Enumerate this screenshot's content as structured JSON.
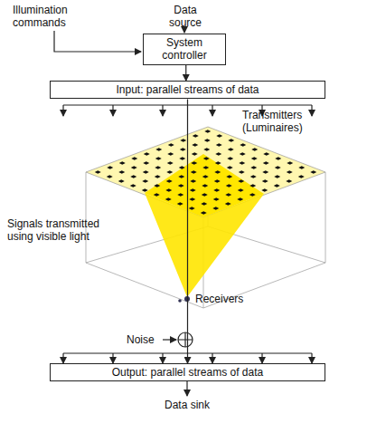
{
  "diagram": {
    "nodes": [
      {
        "text": [
          "System controller"
        ]
      },
      {
        "text": [
          "Input: parallel streams of data"
        ]
      },
      {
        "text": [
          "Output: parallel streams of data"
        ]
      }
    ],
    "edges": [
      {
        "from": 0,
        "to": 1,
        "arrow": "to"
      },
      {
        "from": 1,
        "to": 2,
        "arrow": "to"
      }
    ],
    "labels": [
      "Illumination commands",
      "Data source",
      "Transmitters (Luminaires)",
      "Signals transmitted using visible light",
      "Receivers",
      "Noise",
      "Data sink"
    ]
  }
}
